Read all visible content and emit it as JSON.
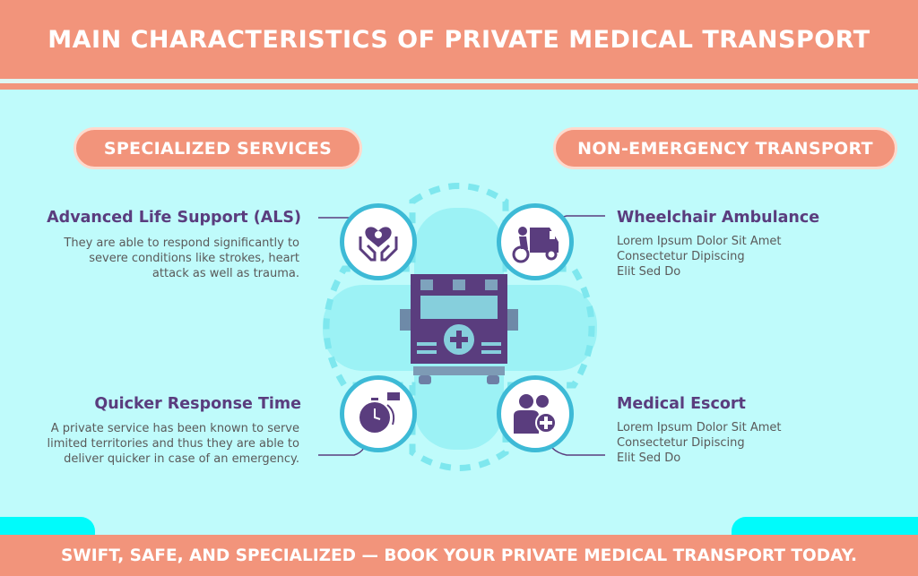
{
  "header": {
    "title": "MAIN CHARACTERISTICS OF PRIVATE MEDICAL TRANSPORT"
  },
  "left_column": {
    "heading": "SPECIALIZED SERVICES",
    "items": [
      {
        "title": "Advanced Life Support (ALS)",
        "lines": [
          "They are able to respond significantly to",
          "severe conditions like strokes, heart",
          "attack as well as trauma."
        ],
        "icon": "hands-heart-icon"
      },
      {
        "title": "Quicker Response Time",
        "lines": [
          "A private service has been known to serve",
          "limited territories and thus they are able to",
          "deliver quicker in case of an emergency."
        ],
        "icon": "stopwatch-icon"
      }
    ]
  },
  "right_column": {
    "heading": "NON-EMERGENCY TRANSPORT",
    "items": [
      {
        "title": "Wheelchair Ambulance",
        "lines": [
          "Lorem Ipsum Dolor Sit Amet",
          "Consectetur Dipiscing",
          "Elit Sed Do"
        ],
        "icon": "wheelchair-ambulance-icon"
      },
      {
        "title": "Medical Escort",
        "lines": [
          "Lorem Ipsum Dolor Sit Amet",
          "Consectetur Dipiscing",
          "Elit Sed Do"
        ],
        "icon": "medical-escort-icon"
      }
    ]
  },
  "center": {
    "icon": "ambulance-front-icon"
  },
  "footer": {
    "text": "SWIFT, SAFE, AND SPECIALIZED — BOOK YOUR PRIVATE MEDICAL TRANSPORT TODAY."
  },
  "colors": {
    "accent": "#f2947b",
    "purple": "#5a3d7e",
    "ring": "#3dbad6",
    "background": "#bffbfb"
  }
}
